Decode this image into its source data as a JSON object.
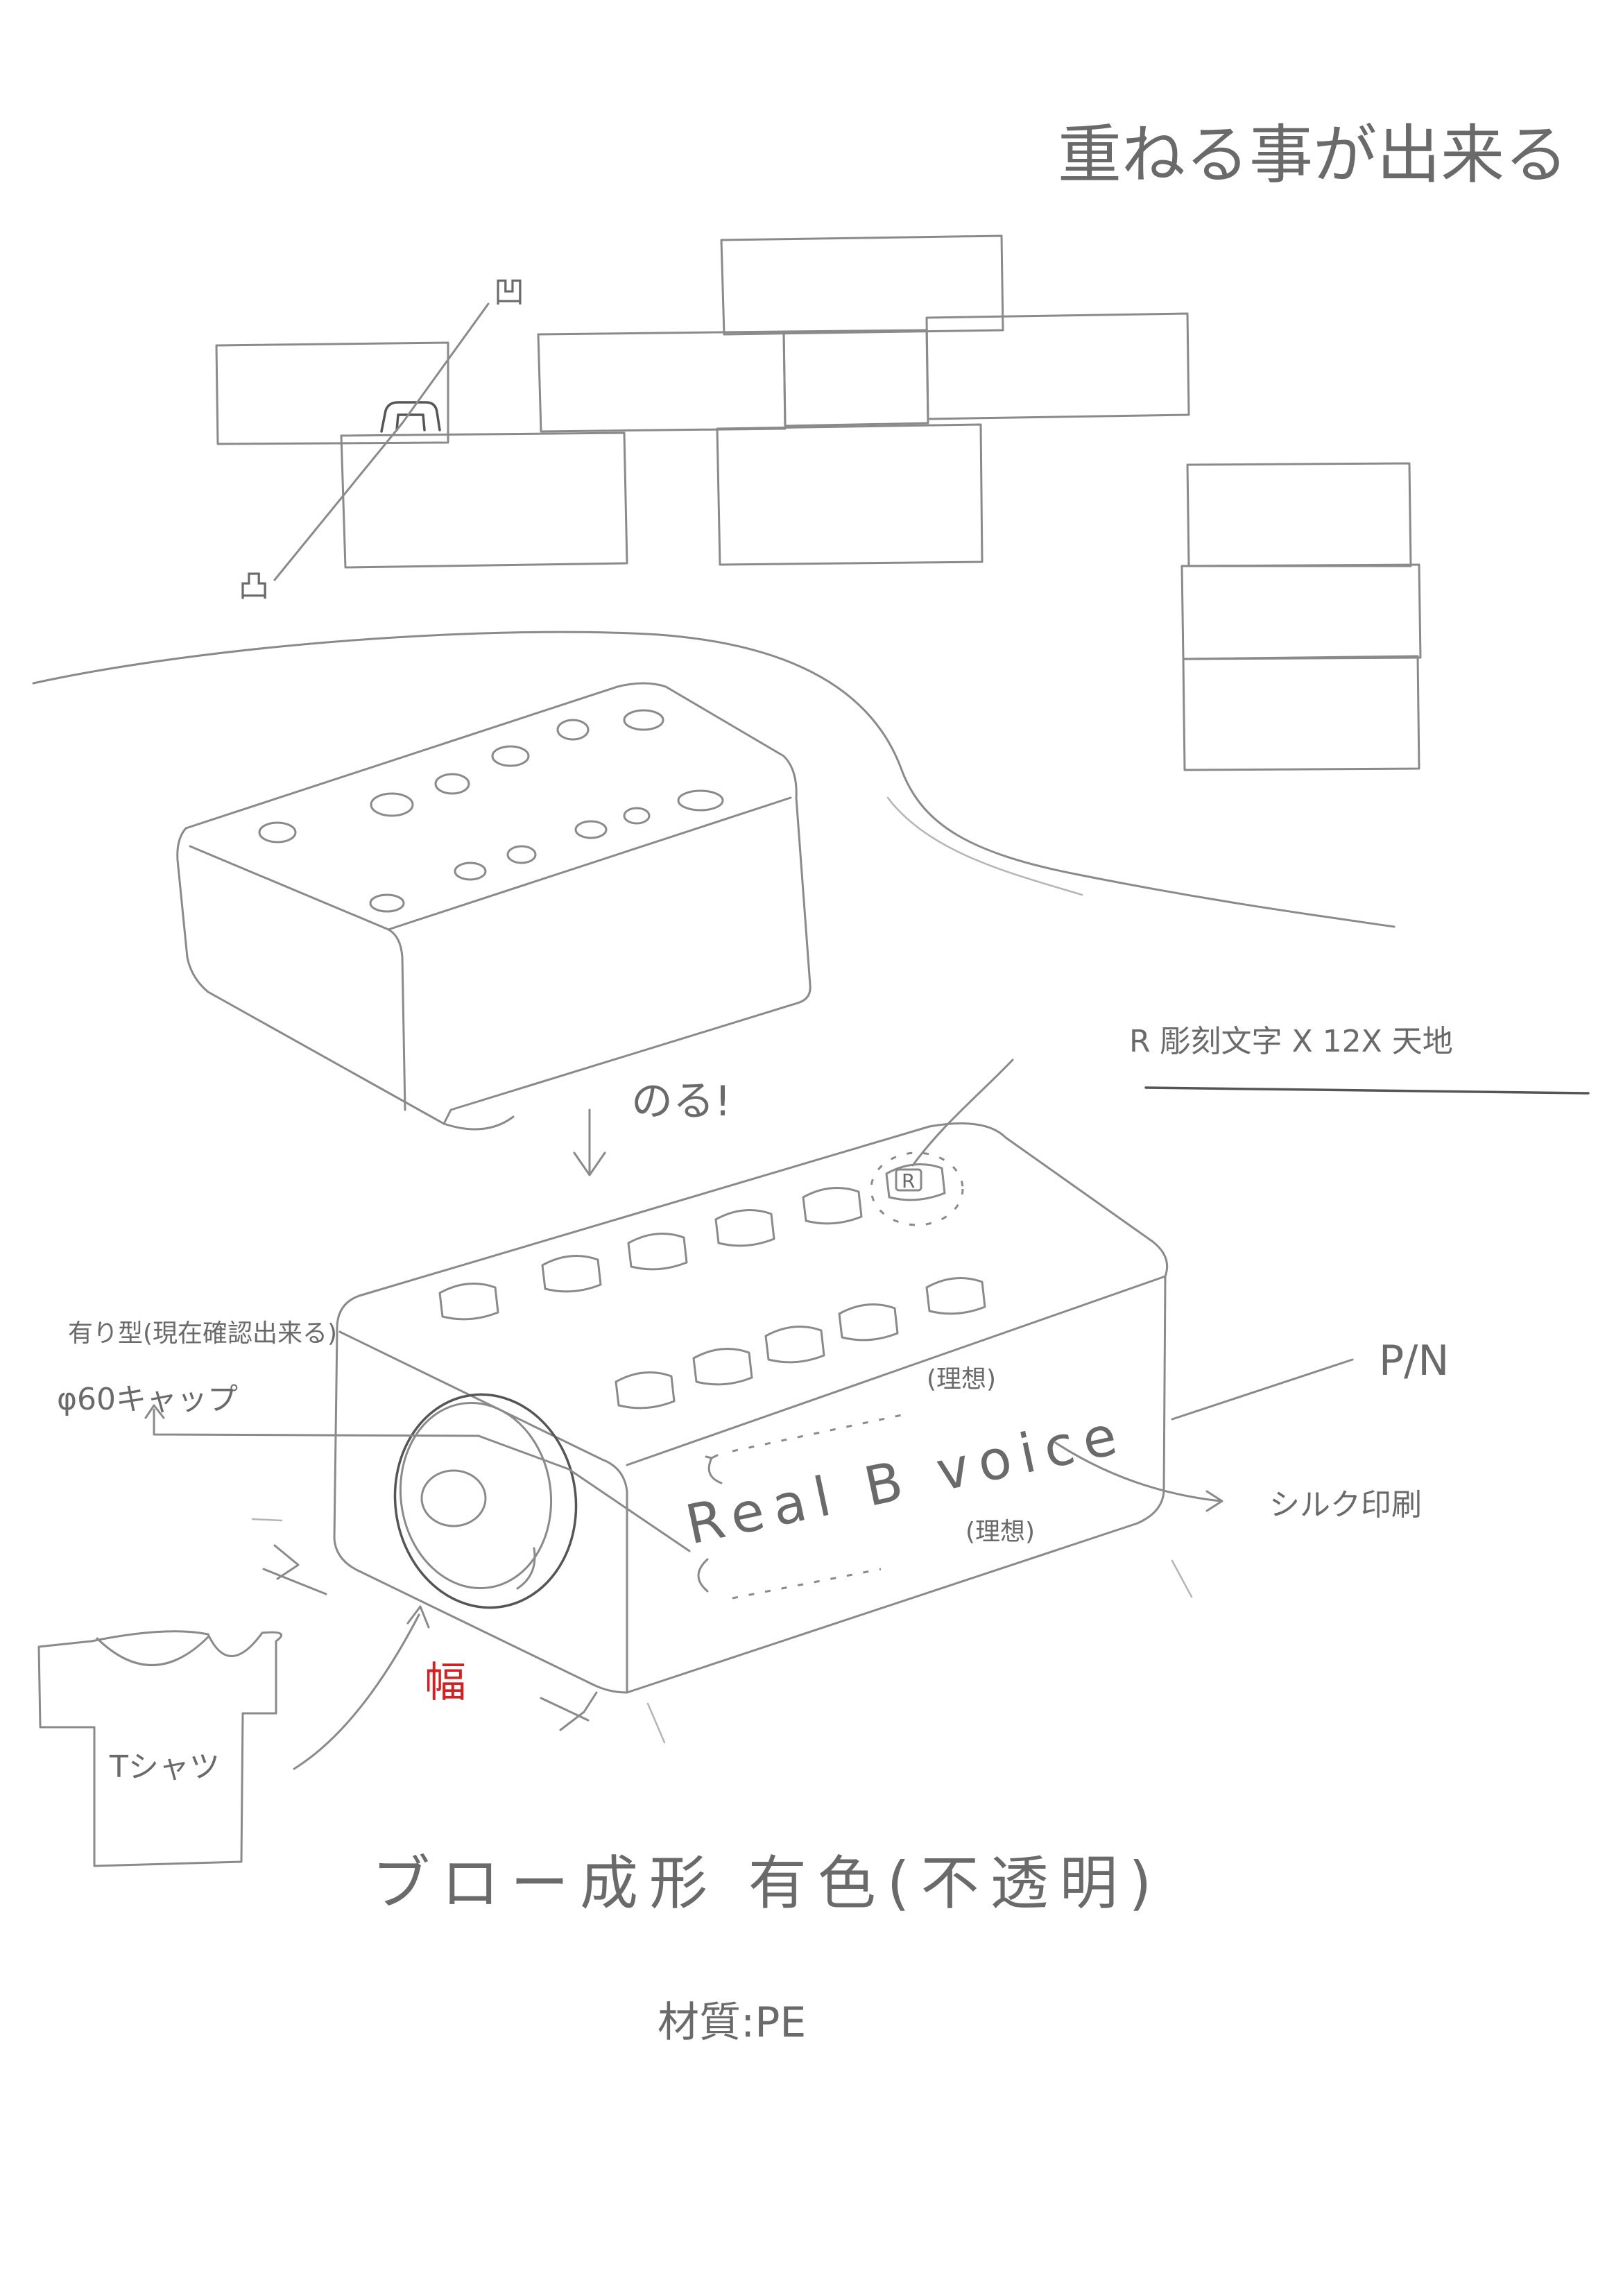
{
  "colors": {
    "paper": "#ffffff",
    "pencil": "#8a8a8a",
    "pencil_light": "#b5b5b5",
    "accent_red": "#d81e1e"
  },
  "top": {
    "title": "重ねる事が出来る",
    "mark_upper": "凹",
    "mark_lower": "凸"
  },
  "middle": {
    "arrow_note": "のる!",
    "engrave_note": "R 彫刻文字 X 12X 天地"
  },
  "main": {
    "button_badge": "R",
    "cap_note_line1": "有り型(現在確認出来る)",
    "cap_note_line2": "φ60キャップ",
    "ideal_top": "(理想)",
    "ideal_bottom": "(理想)",
    "brand": "Real B voice",
    "pn_label": "P/N",
    "silk_label": "シルク印刷",
    "width_label": "幅",
    "tshirt_label": "Tシャツ"
  },
  "bottom": {
    "process": "ブロー成形 有色(不透明)",
    "material": "材質:PE"
  }
}
